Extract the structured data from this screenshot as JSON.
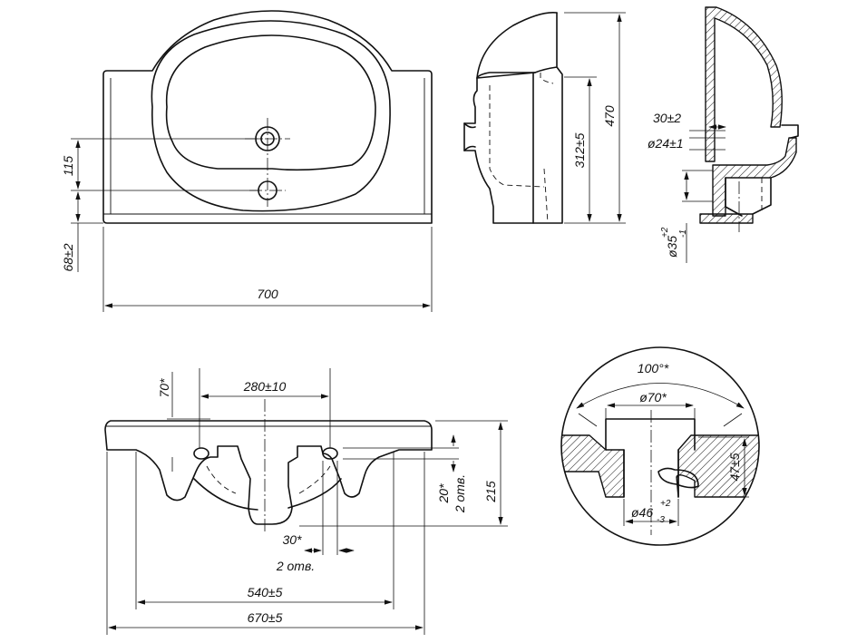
{
  "labels": {
    "top_width": "700",
    "drain_offset": "115",
    "rim_height": "68±2",
    "side_height": "470",
    "side_inner": "312±5",
    "overflow_w": "30±2",
    "overflow_d": "ø24±1",
    "drain_d": "ø35",
    "drain_d_tol": "+2",
    "drain_d_tol2": "-1",
    "holes_dist": "280±10",
    "holes_depth": "70*",
    "hole_size": "20*",
    "hole_count_v": "2 отв.",
    "hole_w": "30*",
    "hole_count_h": "2 отв.",
    "front_height": "215",
    "inner_width": "540±5",
    "outer_width": "670±5",
    "angle": "100°*",
    "detail_top": "ø70*",
    "detail_bottom": "ø46",
    "detail_bottom_tol": "+2",
    "detail_bottom_tol2": "-3",
    "detail_height": "47±5"
  }
}
